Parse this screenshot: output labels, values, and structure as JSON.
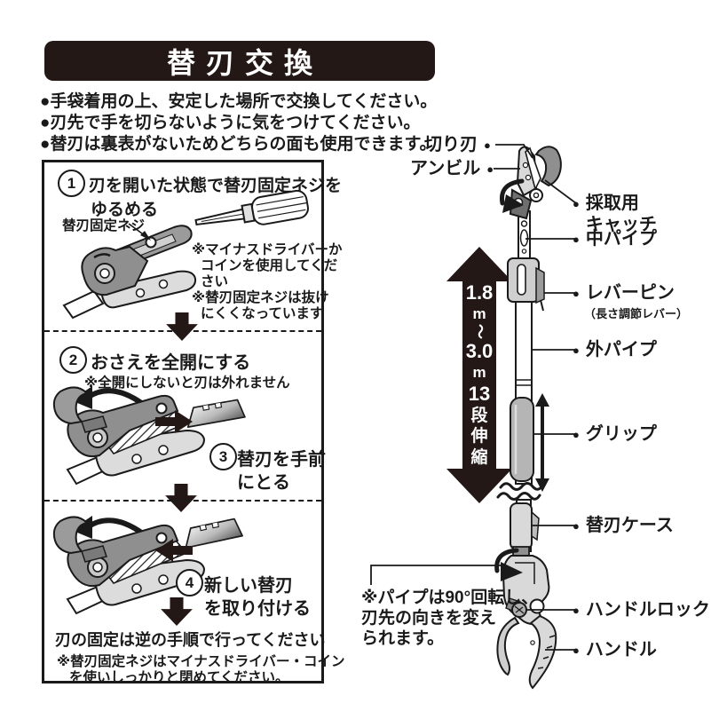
{
  "banner": {
    "title": "替刃交換"
  },
  "bullets": [
    "●手袋着用の上、安定した場所で交換してください。",
    "●刃先で手を切らないように気をつけてください。",
    "●替刃は裏表がないためどちらの面も使用できます。"
  ],
  "steps": {
    "step1": {
      "number": "1",
      "title_line1": "刃を開いた状態で替刃固定ネジを",
      "title_line2": "ゆるめる",
      "screw_label": "替刃固定ネジ",
      "notes": [
        "※マイナスドライバーか",
        "コインを使用してくだ",
        "さい",
        "※替刃固定ネジは抜け",
        "にくくなっています"
      ]
    },
    "step2": {
      "number": "2",
      "title": "おさえを全開にする",
      "note": "※全開にしないと刃は外れません"
    },
    "step3": {
      "number": "3",
      "title_line1": "替刃を手前",
      "title_line2": "にとる"
    },
    "step4": {
      "number": "4",
      "title_line1": "新しい替刃",
      "title_line2": "を取り付ける"
    },
    "footer": {
      "bold": "刃の固定は逆の手順で行ってください",
      "notes": [
        "※替刃固定ネジはマイナスドライバー・コイン",
        "を使いしっかりと閉めてください。"
      ]
    }
  },
  "diagram": {
    "marker": "●",
    "labels": {
      "cutting_blade": "切り刃",
      "anvil": "アンビル",
      "catch_l1": "採取用",
      "catch_l2": "キャッチ",
      "middle_pipe": "中パイプ",
      "lever_pin": "レバーピン",
      "lever_pin_sub": "（長さ調節レバー）",
      "outer_pipe": "外パイプ",
      "grip": "グリップ",
      "blade_case": "替刃ケース",
      "handle_lock": "ハンドルロック",
      "handle": "ハンドル"
    },
    "range_arrow": {
      "lines": [
        "1.8",
        "m",
        "〜",
        "3.0",
        "m",
        "13",
        "段",
        "伸",
        "縮"
      ]
    },
    "rotate_note": [
      "※パイプは90°回転し、",
      "刃先の向きを変え",
      "られます。"
    ]
  },
  "colors": {
    "ink": "#1a1a1a",
    "banner_bg": "#231815",
    "gray_light": "#d9d9d9",
    "gray_mid": "#9b9b9b",
    "gray_dark": "#6f6f6f"
  }
}
